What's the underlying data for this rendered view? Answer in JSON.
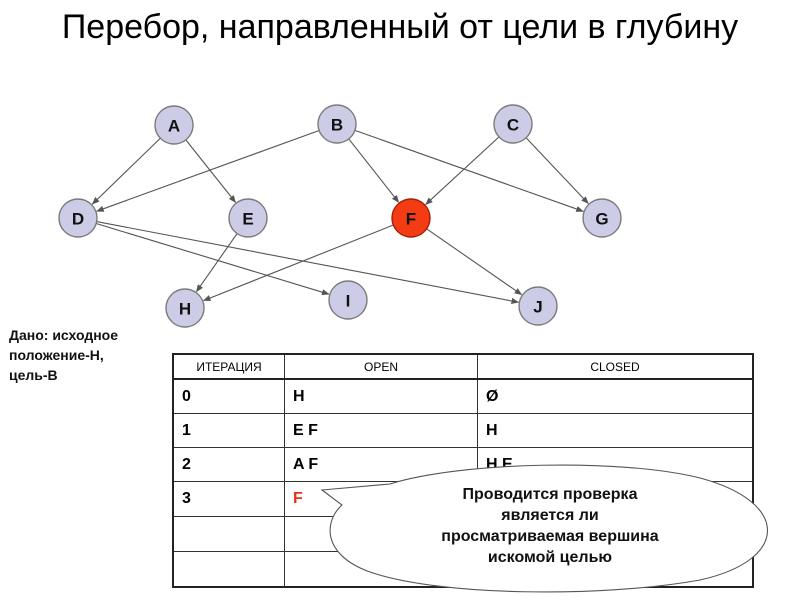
{
  "title": "Перебор, направленный от цели в глубину",
  "graph": {
    "nodes": [
      {
        "id": "A",
        "label": "A",
        "highlight": false
      },
      {
        "id": "B",
        "label": "B",
        "highlight": false
      },
      {
        "id": "C",
        "label": "C",
        "highlight": false
      },
      {
        "id": "D",
        "label": "D",
        "highlight": false
      },
      {
        "id": "E",
        "label": "E",
        "highlight": false
      },
      {
        "id": "F",
        "label": "F",
        "highlight": true
      },
      {
        "id": "G",
        "label": "G",
        "highlight": false
      },
      {
        "id": "H",
        "label": "H",
        "highlight": false
      },
      {
        "id": "I",
        "label": "I",
        "highlight": false
      },
      {
        "id": "J",
        "label": "J",
        "highlight": false
      }
    ],
    "edges": [
      {
        "from": "A",
        "to": "D"
      },
      {
        "from": "A",
        "to": "E"
      },
      {
        "from": "B",
        "to": "D"
      },
      {
        "from": "B",
        "to": "F"
      },
      {
        "from": "B",
        "to": "G"
      },
      {
        "from": "C",
        "to": "F"
      },
      {
        "from": "C",
        "to": "G"
      },
      {
        "from": "D",
        "to": "I"
      },
      {
        "from": "D",
        "to": "J"
      },
      {
        "from": "E",
        "to": "H"
      },
      {
        "from": "F",
        "to": "H"
      },
      {
        "from": "F",
        "to": "J"
      }
    ],
    "colors": {
      "node_fill": "#cccce6",
      "highlight_fill": "#f33c13"
    }
  },
  "given": {
    "lines": [
      "Дано: исходное",
      "положение-H,",
      "цель-B"
    ]
  },
  "table": {
    "headers": [
      "ИТЕРАЦИЯ",
      "OPEN",
      "CLOSED"
    ],
    "rows": [
      {
        "iteration": "0",
        "open": "H",
        "closed": "Ø"
      },
      {
        "iteration": "1",
        "open": "E F",
        "closed": "H"
      },
      {
        "iteration": "2",
        "open": "A F",
        "closed": "H E"
      },
      {
        "iteration": "3",
        "open": "F",
        "closed": ""
      },
      {
        "iteration": "",
        "open": "",
        "closed": ""
      },
      {
        "iteration": "",
        "open": "",
        "closed": ""
      }
    ],
    "highlight_color": "#e8301a"
  },
  "callout": {
    "lines": [
      "Проводится проверка",
      "является ли",
      "просматриваемая вершина",
      "искомой целью"
    ]
  }
}
